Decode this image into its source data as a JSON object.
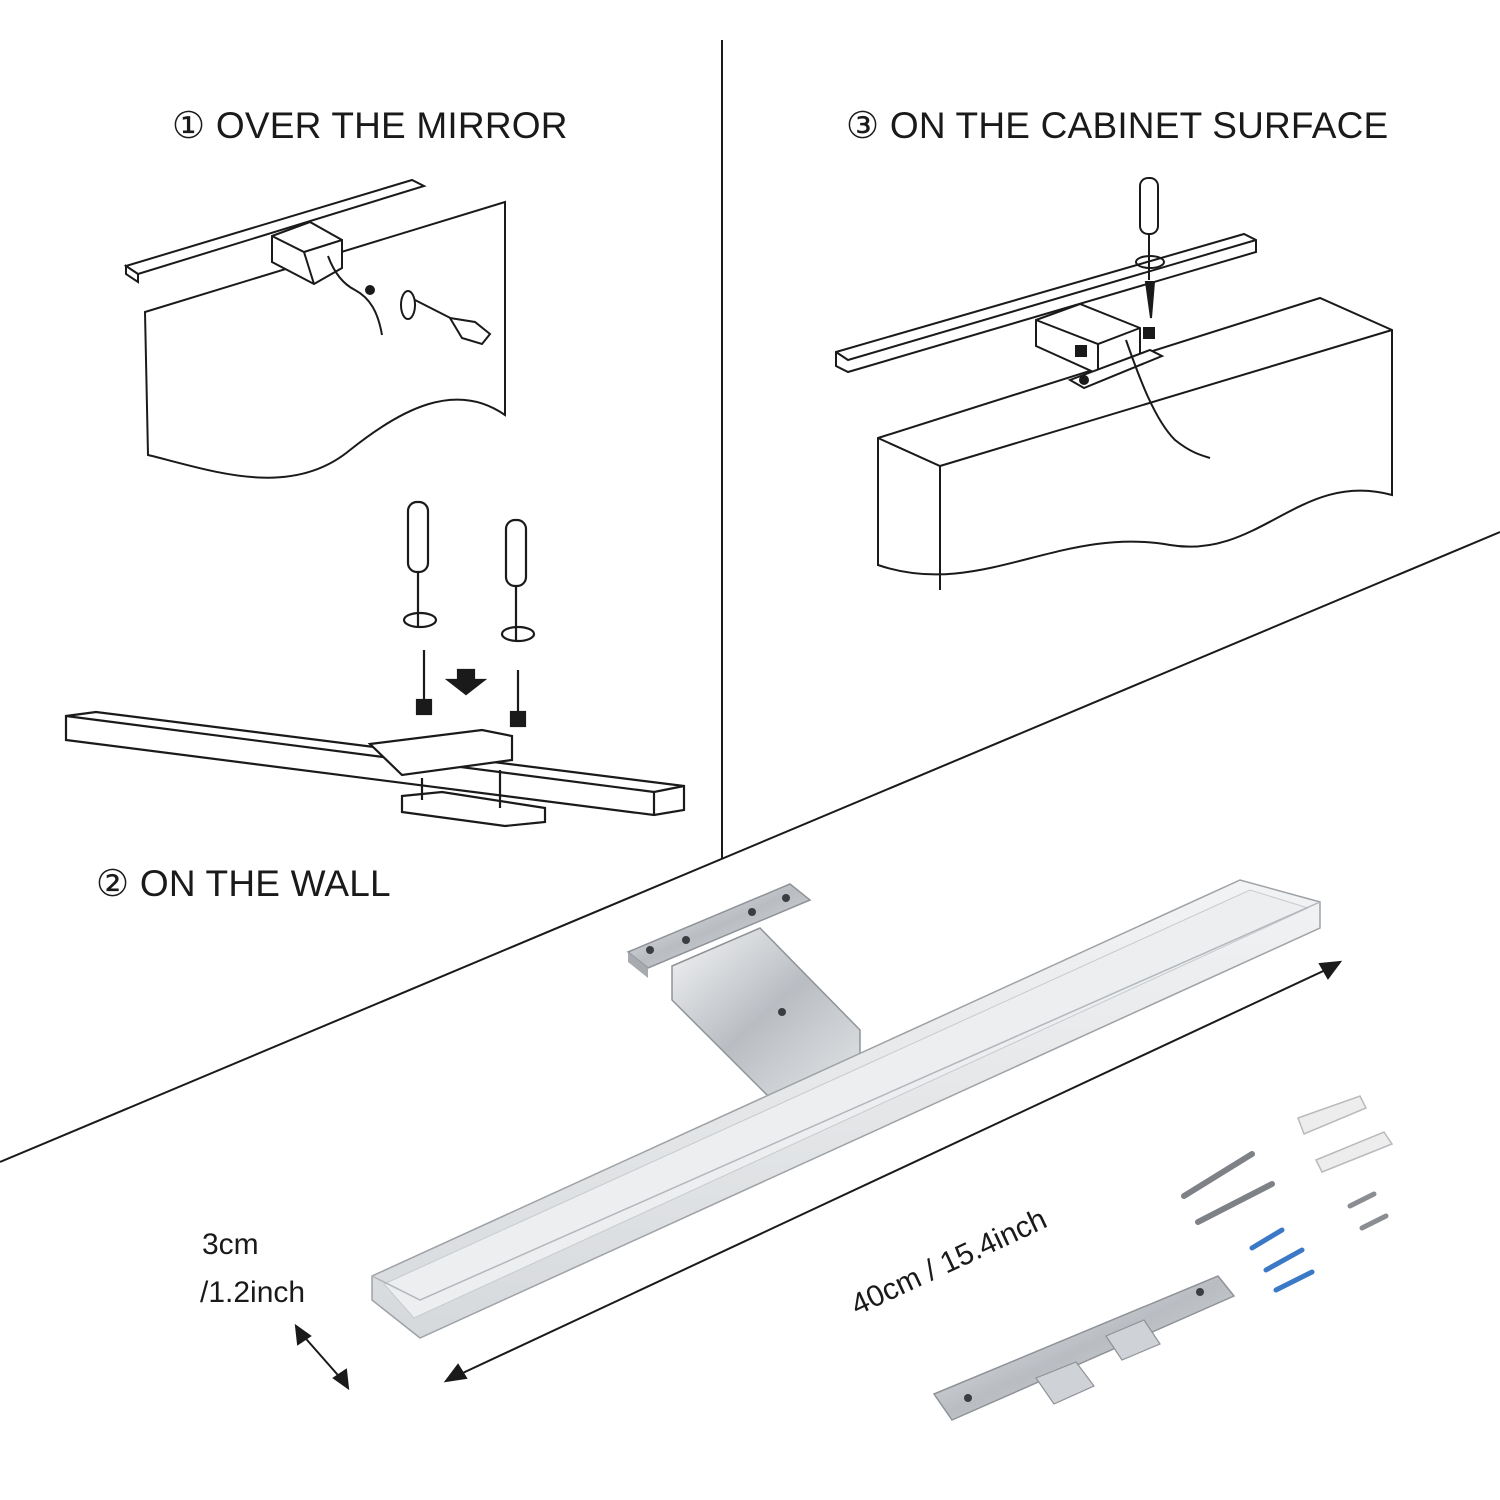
{
  "headings": {
    "over_mirror": "① OVER THE MIRROR",
    "on_wall": "② ON THE WALL",
    "cabinet": "③ ON THE CABINET SURFACE"
  },
  "dimensions": {
    "length": "40cm / 15.4inch",
    "width_line1": "3cm",
    "width_line2": "/1.2inch"
  },
  "colors": {
    "line": "#1a1a1a",
    "chrome": "#c9ccd0",
    "diffuser": "#e6e8ea",
    "screw_blue": "#3b78c6"
  }
}
